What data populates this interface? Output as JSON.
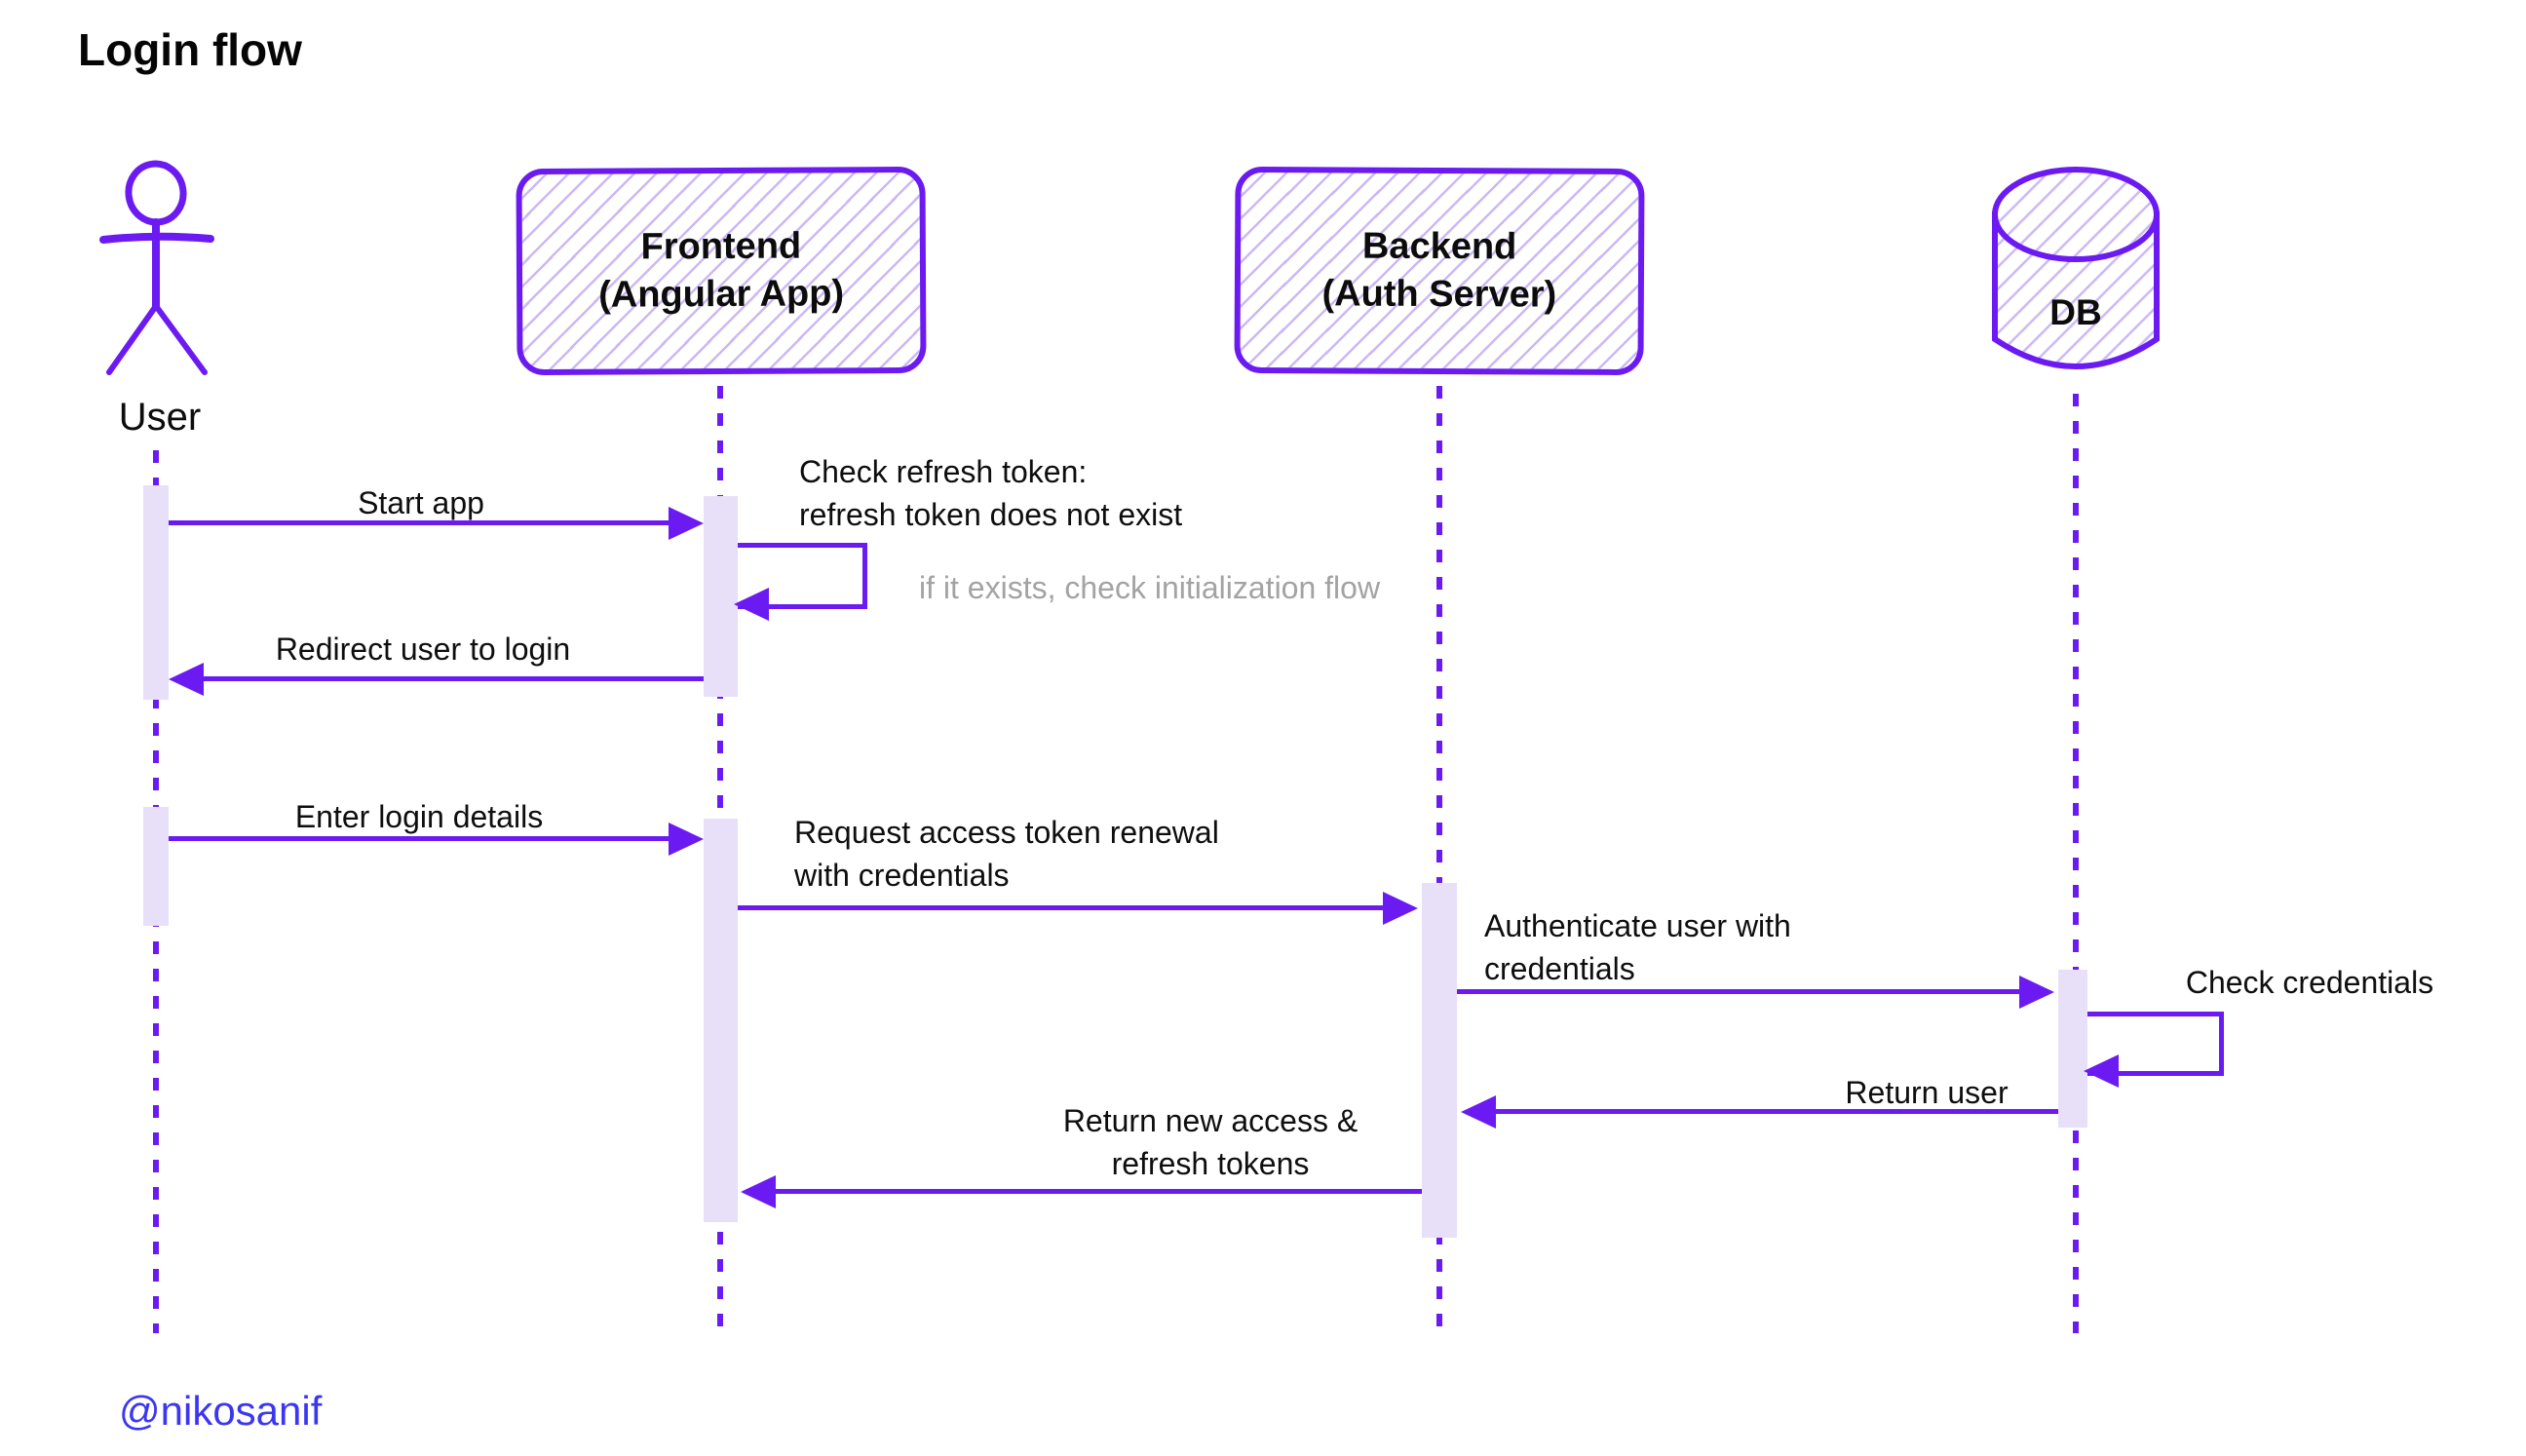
{
  "title": "Login flow",
  "footer": {
    "handle": "@nikosanif"
  },
  "colors": {
    "accent_purple": "#6b1bf2",
    "hatch_purple": "#ccb8f6",
    "activation_fill": "#e7e0f8",
    "note_gray": "#a3a3a3",
    "footer_link": "#3b36f1",
    "text_black": "#0e0e0e"
  },
  "actors": {
    "user": {
      "label": "User"
    },
    "frontend": {
      "line1": "Frontend",
      "line2": "(Angular App)"
    },
    "backend": {
      "line1": "Backend",
      "line2": "(Auth Server)"
    },
    "db": {
      "label": "DB"
    }
  },
  "messages": {
    "start_app": "Start app",
    "check_refresh_line1": "Check refresh token:",
    "check_refresh_line2": "refresh token does not exist",
    "note_if_exists": "if it exists, check initialization flow",
    "redirect_login": "Redirect user to login",
    "enter_details": "Enter login details",
    "request_renewal_line1": "Request access token renewal",
    "request_renewal_line2": "with credentials",
    "authenticate_line1": "Authenticate user with",
    "authenticate_line2": "credentials",
    "check_credentials": "Check credentials",
    "return_user": "Return user",
    "return_tokens_line1": "Return new access &",
    "return_tokens_line2": "refresh tokens"
  }
}
